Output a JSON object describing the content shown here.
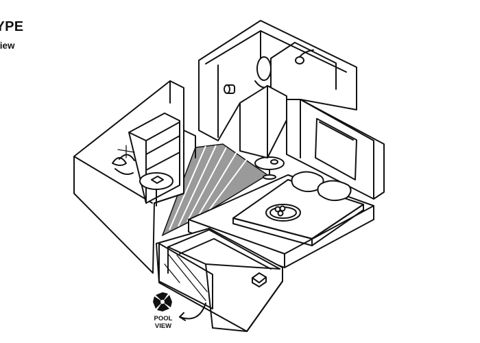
{
  "header": {
    "title": "-TYPE",
    "subtitle": "al View"
  },
  "annotations": {
    "pool_view_line1": "POOL",
    "pool_view_line2": "VIEW"
  },
  "icons": {
    "pool_view": "pinwheel-icon"
  },
  "colors": {
    "line": "#111111",
    "floor": "#9a9a9a",
    "background": "#ffffff"
  }
}
